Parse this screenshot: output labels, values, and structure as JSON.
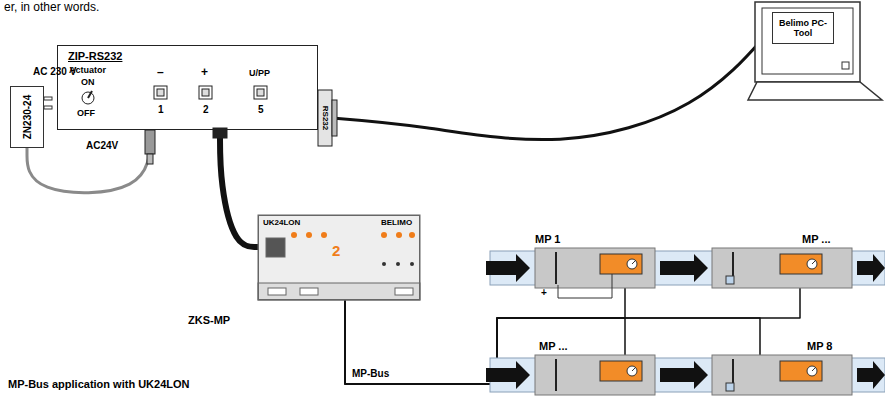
{
  "diagram": {
    "caption": "MP-Bus application with UK24LON",
    "nodes": [
      {
        "text": [
          "ZN230-24"
        ]
      },
      {
        "text": [
          "ZIP-RS232"
        ]
      },
      {
        "text": [
          "Belimo PC-Tool"
        ]
      },
      {
        "text": [
          "UK24LON",
          "BELIMO"
        ]
      },
      {
        "text": [
          "MP 1"
        ]
      },
      {
        "text": [
          "MP ..."
        ]
      },
      {
        "text": [
          "MP ..."
        ]
      },
      {
        "text": [
          "MP 8"
        ]
      }
    ],
    "edges": [
      {
        "from": 0,
        "to": 1,
        "arrow": "none"
      },
      {
        "from": 1,
        "to": 2,
        "arrow": "none"
      },
      {
        "from": 1,
        "to": 3,
        "arrow": "none"
      },
      {
        "from": 3,
        "to": 4,
        "arrow": "none"
      },
      {
        "from": 3,
        "to": 5,
        "arrow": "none"
      },
      {
        "from": 3,
        "to": 6,
        "arrow": "none"
      },
      {
        "from": 3,
        "to": 7,
        "arrow": "none"
      }
    ],
    "labels": [
      "er, in other words.",
      "AC 230 V",
      "Actuator",
      "ON",
      "OFF",
      "–",
      "+",
      "U/PP",
      "1",
      "2",
      "5",
      "RS232",
      "AC24V",
      "ZKS-MP",
      "2",
      "MP-Bus",
      "+"
    ]
  }
}
